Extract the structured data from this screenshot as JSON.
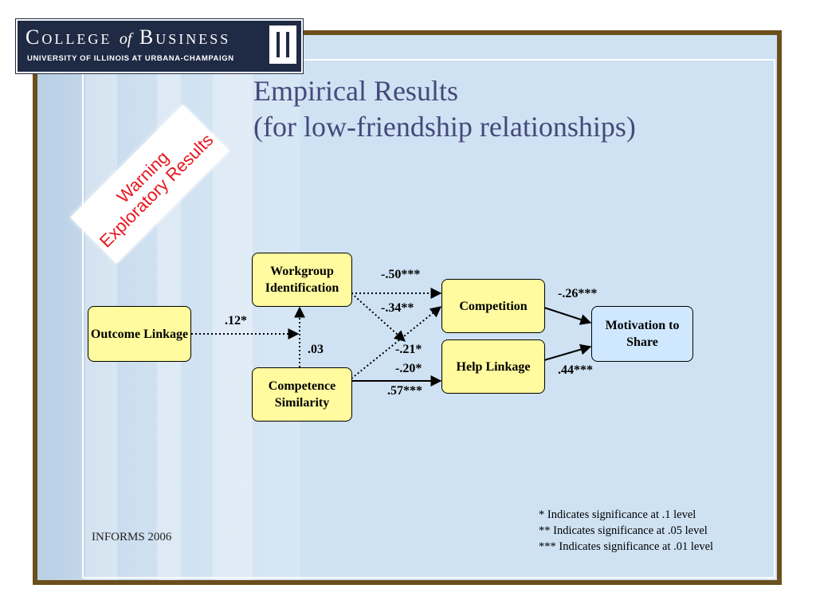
{
  "logo": {
    "college": "College",
    "of": "of",
    "business": "Business",
    "university": "UNIVERSITY OF ILLINOIS AT URBANA-CHAMPAIGN"
  },
  "title": {
    "line1": "Empirical Results",
    "line2": "(for low-friendship relationships)"
  },
  "warning": {
    "line1": "Warning",
    "line2": "Exploratory Results"
  },
  "nodes": {
    "outcome": "Outcome Linkage",
    "workgroup": "Workgroup Identification",
    "competence": "Competence Similarity",
    "competition": "Competition",
    "help": "Help Linkage",
    "motivation": "Motivation to Share"
  },
  "paths": {
    "outcome_to_workgroup": ".12*",
    "competence_to_workgroup": ".03",
    "workgroup_to_competition": "-.50***",
    "workgroup_to_help": "-.34**",
    "competence_to_competition": "-.21*",
    "competence_to_help_a": "-.20*",
    "competence_to_help_b": ".57***",
    "competition_to_motivation": "-.26***",
    "help_to_motivation": ".44***"
  },
  "legend": {
    "line1": "* Indicates significance at .1 level",
    "line2": "** Indicates significance at .05 level",
    "line3": "*** Indicates significance at .01 level"
  },
  "footer": "INFORMS 2006",
  "colors": {
    "frame": "#6b4f1c",
    "background": "#cfe2f3",
    "title": "#45487a",
    "node_fill": "#fffb9e",
    "outcome_fill": "#cfe8ff",
    "warning_text": "#e8161d",
    "logo_bg": "#1f2a44"
  }
}
